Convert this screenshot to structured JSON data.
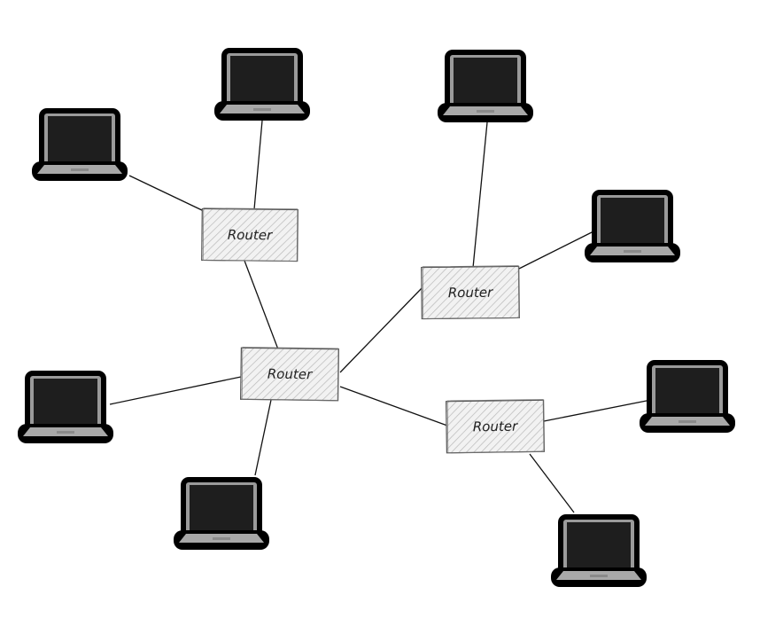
{
  "diagram": {
    "routers": [
      {
        "id": "r1",
        "label": "Router"
      },
      {
        "id": "r2",
        "label": "Router"
      },
      {
        "id": "r3",
        "label": "Router"
      },
      {
        "id": "r4",
        "label": "Router"
      }
    ],
    "laptops": [
      {
        "id": "l1",
        "icon": "laptop-icon"
      },
      {
        "id": "l2",
        "icon": "laptop-icon"
      },
      {
        "id": "l3",
        "icon": "laptop-icon"
      },
      {
        "id": "l4",
        "icon": "laptop-icon"
      },
      {
        "id": "l5",
        "icon": "laptop-icon"
      },
      {
        "id": "l6",
        "icon": "laptop-icon"
      },
      {
        "id": "l7",
        "icon": "laptop-icon"
      },
      {
        "id": "l8",
        "icon": "laptop-icon"
      },
      {
        "id": "l9",
        "icon": "laptop-icon"
      }
    ],
    "connections": [
      [
        "l1",
        "r1"
      ],
      [
        "l2",
        "r1"
      ],
      [
        "r1",
        "r3"
      ],
      [
        "l3",
        "r2"
      ],
      [
        "l4",
        "r2"
      ],
      [
        "r2",
        "r3"
      ],
      [
        "l5",
        "r3"
      ],
      [
        "l6",
        "r3"
      ],
      [
        "r3",
        "r4"
      ],
      [
        "l7",
        "r4"
      ],
      [
        "l8",
        "r4"
      ]
    ],
    "colors": {
      "router_fill": "#f2f2f2",
      "router_hatch": "#b9b9b9",
      "router_border": "#555555",
      "laptop_frame": "#000000",
      "laptop_screen": "#1e1e1e",
      "laptop_bezel": "#9a9a9a",
      "laptop_base": "#a8a8a8",
      "link": "#111111"
    }
  }
}
